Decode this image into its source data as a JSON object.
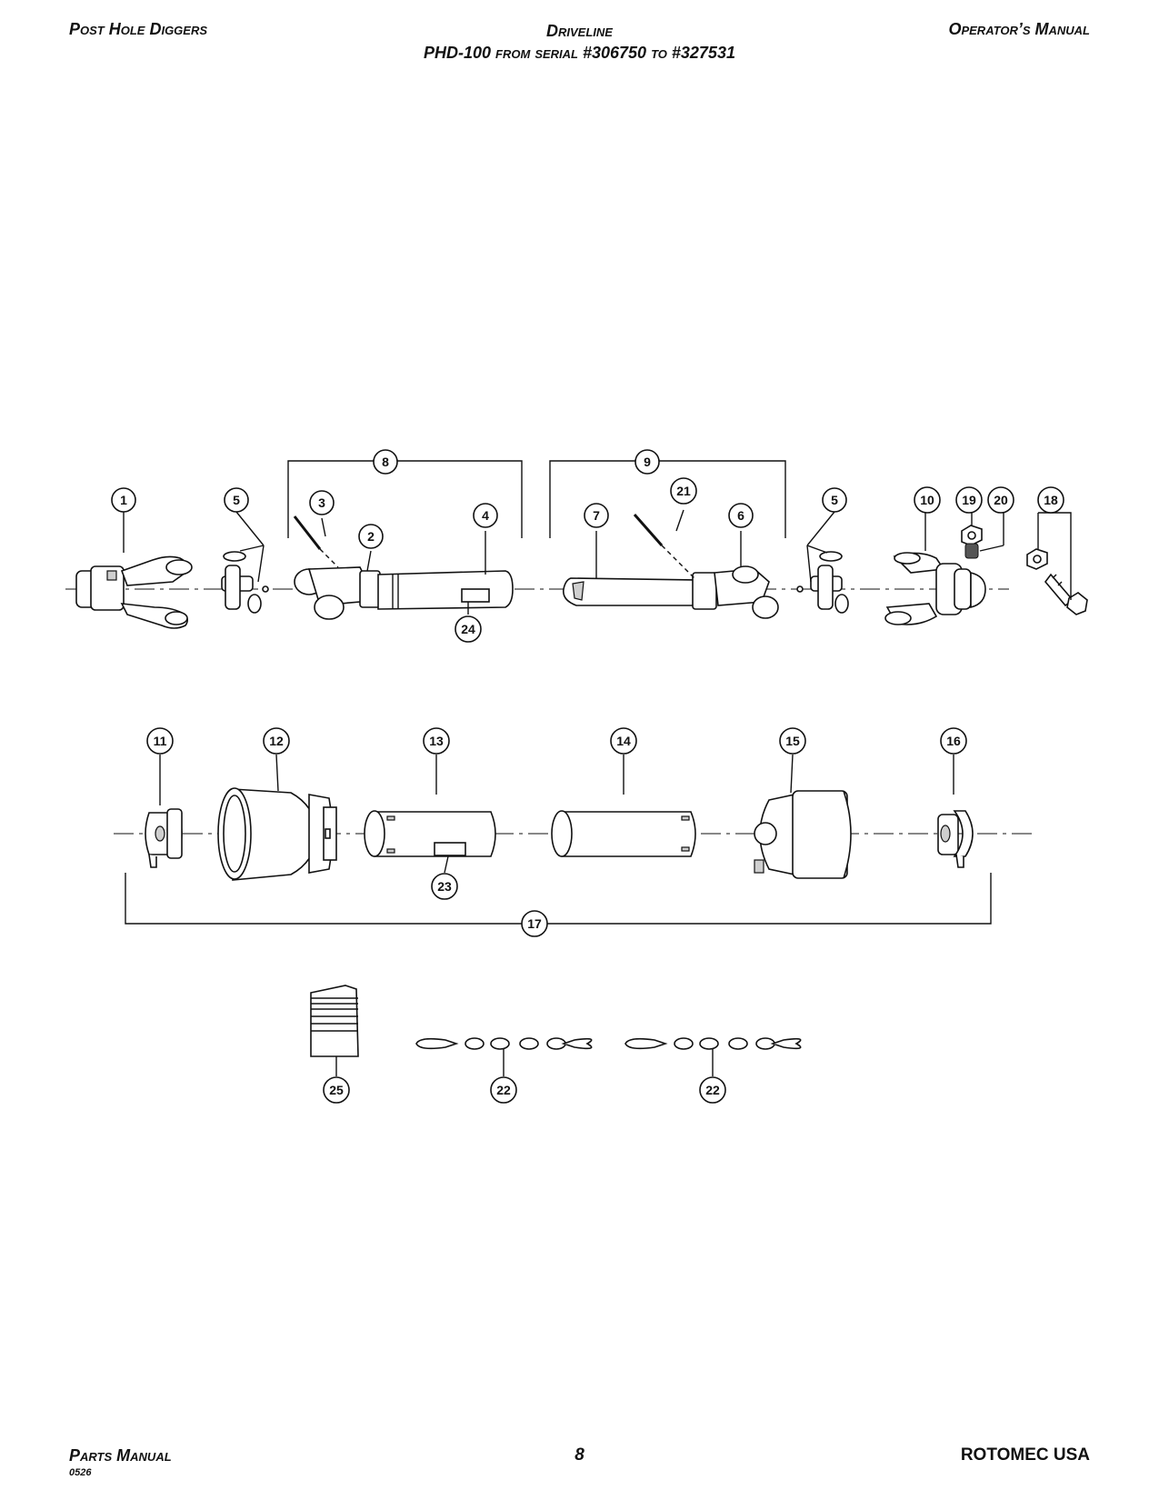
{
  "header": {
    "left": "Post Hole Diggers",
    "center_line1": "Driveline",
    "center_line2": "PHD-100 from serial #306750 to #327531",
    "right": "Operator’s Manual"
  },
  "footer": {
    "left": "Parts Manual",
    "code": "0526",
    "page": "8",
    "right": "ROTOMEC USA"
  },
  "diagram": {
    "callouts": {
      "c1": "1",
      "c2": "2",
      "c3": "3",
      "c4": "4",
      "c5a": "5",
      "c5b": "5",
      "c6": "6",
      "c7": "7",
      "c8": "8",
      "c9": "9",
      "c10": "10",
      "c11": "11",
      "c12": "12",
      "c13": "13",
      "c14": "14",
      "c15": "15",
      "c16": "16",
      "c17": "17",
      "c18": "18",
      "c19": "19",
      "c20": "20",
      "c21": "21",
      "c22a": "22",
      "c22b": "22",
      "c23": "23",
      "c24": "24",
      "c25": "25"
    }
  }
}
